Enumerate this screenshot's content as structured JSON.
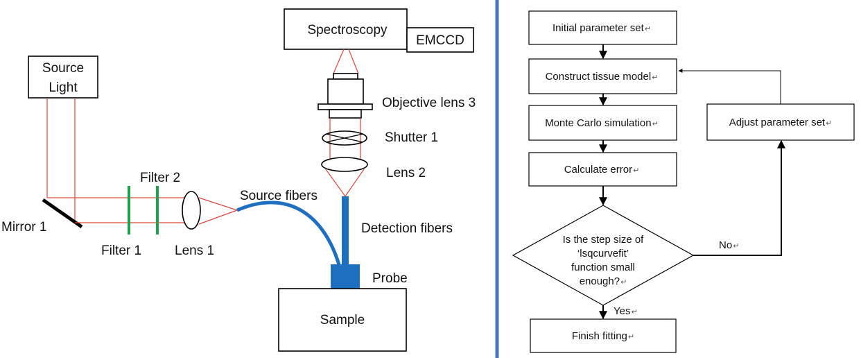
{
  "setup": {
    "source_light_line1": "Source",
    "source_light_line2": "Light",
    "mirror": "Mirror 1",
    "filter1": "Filter 1",
    "filter2": "Filter 2",
    "lens1": "Lens 1",
    "source_fibers": "Source fibers",
    "detection_fibers": "Detection fibers",
    "probe": "Probe",
    "sample": "Sample",
    "spectroscopy": "Spectroscopy",
    "emccd": "EMCCD",
    "objective_lens": "Objective lens 3",
    "shutter": "Shutter 1",
    "lens2": "Lens 2"
  },
  "flowchart": {
    "initial": "Initial parameter set",
    "construct": "Construct tissue model",
    "monte_carlo": "Monte Carlo simulation",
    "calc_error": "Calculate error",
    "decision_line1": "Is the step size of",
    "decision_line2": "‘lsqcurvefit’",
    "decision_line3": "function small",
    "decision_line4": "enough?",
    "adjust": "Adjust parameter set",
    "no": "No",
    "yes": "Yes",
    "finish": "Finish fitting"
  },
  "colors": {
    "ray": "#d9473f",
    "filter": "#1aa34a",
    "fiber": "#1f6fc1",
    "divider": "#4a76c0"
  }
}
